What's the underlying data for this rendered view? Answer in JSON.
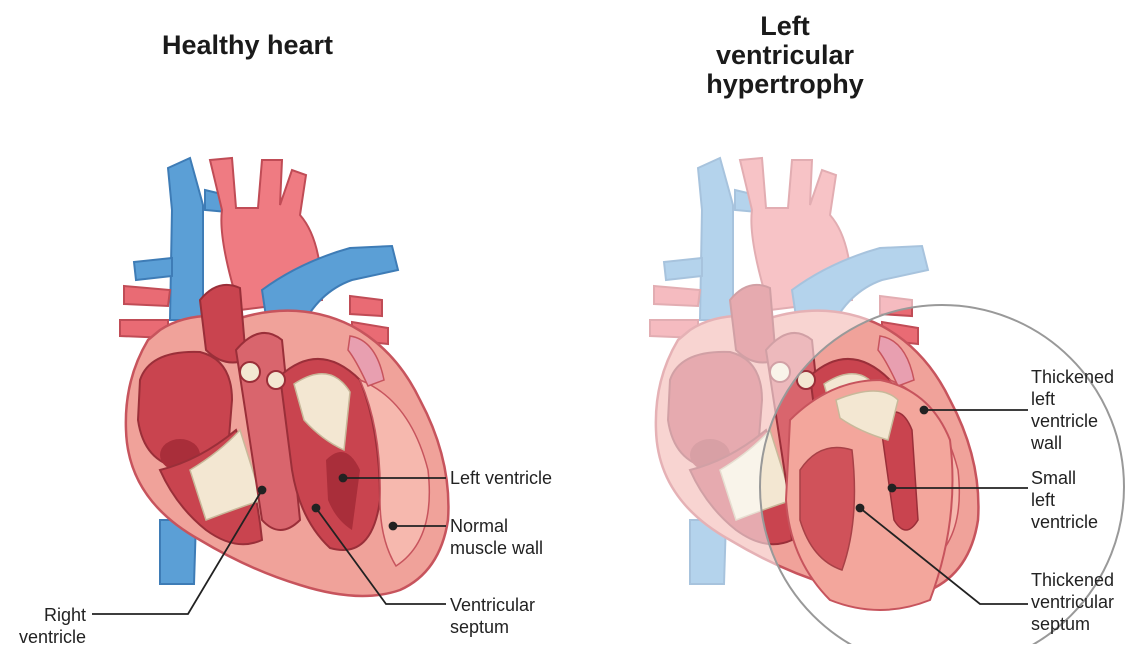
{
  "left_panel": {
    "title": "Healthy heart",
    "labels": {
      "left_ventricle": "Left ventricle",
      "normal_muscle_wall": "Normal\nmuscle wall",
      "ventricular_septum": "Ventricular\nseptum",
      "right_ventricle": "Right\nventricle"
    }
  },
  "right_panel": {
    "title": "Left\nventricular\nhypertrophy",
    "labels": {
      "thickened_lv_wall": "Thickened\nleft\nventricle\nwall",
      "small_lv": "Small\nleft\nventricle",
      "thickened_septum": "Thickened\nventricular\nseptum"
    }
  },
  "colors": {
    "vein_blue": "#5b9fd6",
    "artery_red": "#e96b74",
    "muscle_outer": "#f0a29a",
    "muscle_inner": "#c9444f",
    "chamber_dark": "#a92e3a",
    "valve_cream": "#f3e7d2",
    "leader_line": "#222222",
    "zoom_circle": "#999999"
  }
}
